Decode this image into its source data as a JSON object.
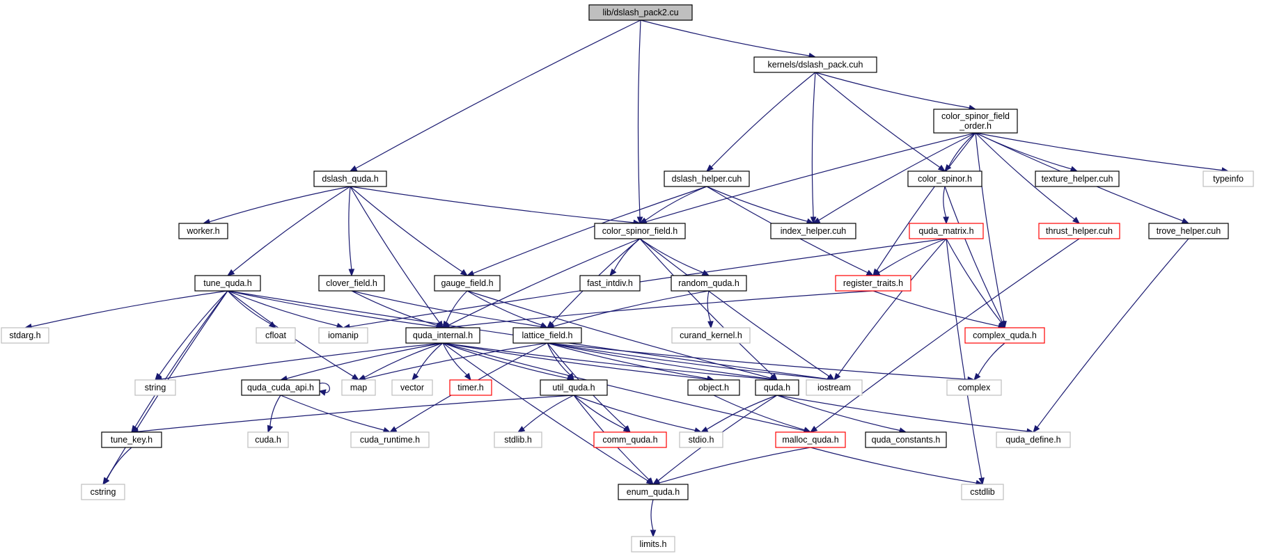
{
  "colors": {
    "edge": "#191970",
    "root_fill": "#bfbfbf",
    "root_border": "#000000",
    "normal_border": "#000000",
    "truncated_border": "#ff0000",
    "external_border": "#bfbfbf",
    "external_text": "#000000"
  },
  "nodes": [
    {
      "id": "root",
      "kind": "root",
      "lines": [
        "lib/dslash_pack2.cu"
      ]
    },
    {
      "id": "kdp",
      "kind": "normal",
      "lines": [
        "kernels/dslash_pack.cuh"
      ]
    },
    {
      "id": "csfo",
      "kind": "normal",
      "lines": [
        "color_spinor_field",
        "_order.h"
      ]
    },
    {
      "id": "dq",
      "kind": "normal",
      "lines": [
        "dslash_quda.h"
      ]
    },
    {
      "id": "dh",
      "kind": "normal",
      "lines": [
        "dslash_helper.cuh"
      ]
    },
    {
      "id": "cs",
      "kind": "normal",
      "lines": [
        "color_spinor.h"
      ]
    },
    {
      "id": "tex",
      "kind": "normal",
      "lines": [
        "texture_helper.cuh"
      ]
    },
    {
      "id": "typeinfo",
      "kind": "external",
      "lines": [
        "typeinfo"
      ]
    },
    {
      "id": "worker",
      "kind": "normal",
      "lines": [
        "worker.h"
      ]
    },
    {
      "id": "csf",
      "kind": "normal",
      "lines": [
        "color_spinor_field.h"
      ]
    },
    {
      "id": "ih",
      "kind": "normal",
      "lines": [
        "index_helper.cuh"
      ]
    },
    {
      "id": "qm",
      "kind": "truncated",
      "lines": [
        "quda_matrix.h"
      ]
    },
    {
      "id": "thr",
      "kind": "truncated",
      "lines": [
        "thrust_helper.cuh"
      ]
    },
    {
      "id": "trove",
      "kind": "normal",
      "lines": [
        "trove_helper.cuh"
      ]
    },
    {
      "id": "tq",
      "kind": "normal",
      "lines": [
        "tune_quda.h"
      ]
    },
    {
      "id": "cf",
      "kind": "normal",
      "lines": [
        "clover_field.h"
      ]
    },
    {
      "id": "gf",
      "kind": "normal",
      "lines": [
        "gauge_field.h"
      ]
    },
    {
      "id": "fi",
      "kind": "normal",
      "lines": [
        "fast_intdiv.h"
      ]
    },
    {
      "id": "rq",
      "kind": "normal",
      "lines": [
        "random_quda.h"
      ]
    },
    {
      "id": "rt",
      "kind": "truncated",
      "lines": [
        "register_traits.h"
      ]
    },
    {
      "id": "stdarg",
      "kind": "external",
      "lines": [
        "stdarg.h"
      ]
    },
    {
      "id": "cfloat",
      "kind": "external",
      "lines": [
        "cfloat"
      ]
    },
    {
      "id": "iomanip",
      "kind": "external",
      "lines": [
        "iomanip"
      ]
    },
    {
      "id": "qi",
      "kind": "normal",
      "lines": [
        "quda_internal.h"
      ]
    },
    {
      "id": "lf",
      "kind": "normal",
      "lines": [
        "lattice_field.h"
      ]
    },
    {
      "id": "ck",
      "kind": "external",
      "lines": [
        "curand_kernel.h"
      ]
    },
    {
      "id": "cq",
      "kind": "truncated",
      "lines": [
        "complex_quda.h"
      ]
    },
    {
      "id": "string",
      "kind": "external",
      "lines": [
        "string"
      ]
    },
    {
      "id": "qca",
      "kind": "normal",
      "lines": [
        "quda_cuda_api.h"
      ]
    },
    {
      "id": "map",
      "kind": "external",
      "lines": [
        "map"
      ]
    },
    {
      "id": "vector",
      "kind": "external",
      "lines": [
        "vector"
      ]
    },
    {
      "id": "timer",
      "kind": "truncated",
      "lines": [
        "timer.h"
      ]
    },
    {
      "id": "uq",
      "kind": "normal",
      "lines": [
        "util_quda.h"
      ]
    },
    {
      "id": "obj",
      "kind": "normal",
      "lines": [
        "object.h"
      ]
    },
    {
      "id": "quda",
      "kind": "normal",
      "lines": [
        "quda.h"
      ]
    },
    {
      "id": "iostream",
      "kind": "external",
      "lines": [
        "iostream"
      ]
    },
    {
      "id": "complex",
      "kind": "external",
      "lines": [
        "complex"
      ]
    },
    {
      "id": "tk",
      "kind": "normal",
      "lines": [
        "tune_key.h"
      ]
    },
    {
      "id": "cuda",
      "kind": "external",
      "lines": [
        "cuda.h"
      ]
    },
    {
      "id": "cr",
      "kind": "external",
      "lines": [
        "cuda_runtime.h"
      ]
    },
    {
      "id": "stdlib",
      "kind": "external",
      "lines": [
        "stdlib.h"
      ]
    },
    {
      "id": "comm",
      "kind": "truncated",
      "lines": [
        "comm_quda.h"
      ]
    },
    {
      "id": "stdio",
      "kind": "external",
      "lines": [
        "stdio.h"
      ]
    },
    {
      "id": "mq",
      "kind": "truncated",
      "lines": [
        "malloc_quda.h"
      ]
    },
    {
      "id": "qc",
      "kind": "normal",
      "lines": [
        "quda_constants.h"
      ]
    },
    {
      "id": "qdef",
      "kind": "external",
      "lines": [
        "quda_define.h"
      ]
    },
    {
      "id": "cstring",
      "kind": "external",
      "lines": [
        "cstring"
      ]
    },
    {
      "id": "eq",
      "kind": "normal",
      "lines": [
        "enum_quda.h"
      ]
    },
    {
      "id": "cstdlib",
      "kind": "external",
      "lines": [
        "cstdlib"
      ]
    },
    {
      "id": "limits",
      "kind": "external",
      "lines": [
        "limits.h"
      ]
    }
  ],
  "edges": [
    [
      "root",
      "dq"
    ],
    [
      "root",
      "kdp"
    ],
    [
      "root",
      "csf"
    ],
    [
      "kdp",
      "dh"
    ],
    [
      "kdp",
      "ih"
    ],
    [
      "kdp",
      "cs"
    ],
    [
      "kdp",
      "csfo"
    ],
    [
      "csfo",
      "csf"
    ],
    [
      "csfo",
      "ih"
    ],
    [
      "csfo",
      "rt"
    ],
    [
      "csfo",
      "cs"
    ],
    [
      "csfo",
      "cq"
    ],
    [
      "csfo",
      "tex"
    ],
    [
      "csfo",
      "thr"
    ],
    [
      "csfo",
      "trove"
    ],
    [
      "csfo",
      "typeinfo"
    ],
    [
      "dq",
      "worker"
    ],
    [
      "dq",
      "tq"
    ],
    [
      "dq",
      "qi"
    ],
    [
      "dq",
      "cf"
    ],
    [
      "dq",
      "gf"
    ],
    [
      "dq",
      "csf"
    ],
    [
      "dh",
      "gf"
    ],
    [
      "dh",
      "csf"
    ],
    [
      "dh",
      "ih"
    ],
    [
      "dh",
      "rt"
    ],
    [
      "cs",
      "qm"
    ],
    [
      "cs",
      "cq"
    ],
    [
      "qm",
      "iomanip"
    ],
    [
      "qm",
      "rt"
    ],
    [
      "qm",
      "iostream"
    ],
    [
      "qm",
      "cq"
    ],
    [
      "qm",
      "cstdlib"
    ],
    [
      "thr",
      "mq"
    ],
    [
      "trove",
      "qdef"
    ],
    [
      "csf",
      "qi"
    ],
    [
      "csf",
      "lf"
    ],
    [
      "csf",
      "fi"
    ],
    [
      "csf",
      "rq"
    ],
    [
      "csf",
      "quda"
    ],
    [
      "csf",
      "iostream"
    ],
    [
      "tq",
      "stdarg"
    ],
    [
      "tq",
      "cstring"
    ],
    [
      "tq",
      "tk"
    ],
    [
      "tq",
      "string"
    ],
    [
      "tq",
      "map"
    ],
    [
      "tq",
      "cfloat"
    ],
    [
      "tq",
      "iomanip"
    ],
    [
      "tq",
      "qi"
    ],
    [
      "tq",
      "iostream"
    ],
    [
      "cf",
      "qi"
    ],
    [
      "cf",
      "lf"
    ],
    [
      "gf",
      "qi"
    ],
    [
      "gf",
      "lf"
    ],
    [
      "gf",
      "quda"
    ],
    [
      "rq",
      "ck"
    ],
    [
      "rq",
      "lf"
    ],
    [
      "rt",
      "qi"
    ],
    [
      "rt",
      "cq"
    ],
    [
      "cq",
      "complex"
    ],
    [
      "qi",
      "string"
    ],
    [
      "qi",
      "qca"
    ],
    [
      "qi",
      "map"
    ],
    [
      "qi",
      "vector"
    ],
    [
      "qi",
      "timer"
    ],
    [
      "qi",
      "uq"
    ],
    [
      "qi",
      "obj"
    ],
    [
      "qi",
      "quda"
    ],
    [
      "qi",
      "mq"
    ],
    [
      "qi",
      "eq"
    ],
    [
      "qca",
      "qca"
    ],
    [
      "qca",
      "cuda"
    ],
    [
      "qca",
      "cr"
    ],
    [
      "lf",
      "map"
    ],
    [
      "lf",
      "cr"
    ],
    [
      "lf",
      "uq"
    ],
    [
      "lf",
      "comm"
    ],
    [
      "lf",
      "obj"
    ],
    [
      "lf",
      "quda"
    ],
    [
      "lf",
      "iostream"
    ],
    [
      "lf",
      "complex"
    ],
    [
      "uq",
      "tk"
    ],
    [
      "uq",
      "stdlib"
    ],
    [
      "uq",
      "comm"
    ],
    [
      "uq",
      "stdio"
    ],
    [
      "uq",
      "eq"
    ],
    [
      "obj",
      "mq"
    ],
    [
      "quda",
      "stdio"
    ],
    [
      "quda",
      "qc"
    ],
    [
      "quda",
      "qdef"
    ],
    [
      "quda",
      "eq"
    ],
    [
      "tk",
      "cstring"
    ],
    [
      "mq",
      "eq"
    ],
    [
      "mq",
      "cstdlib"
    ],
    [
      "eq",
      "limits"
    ]
  ]
}
